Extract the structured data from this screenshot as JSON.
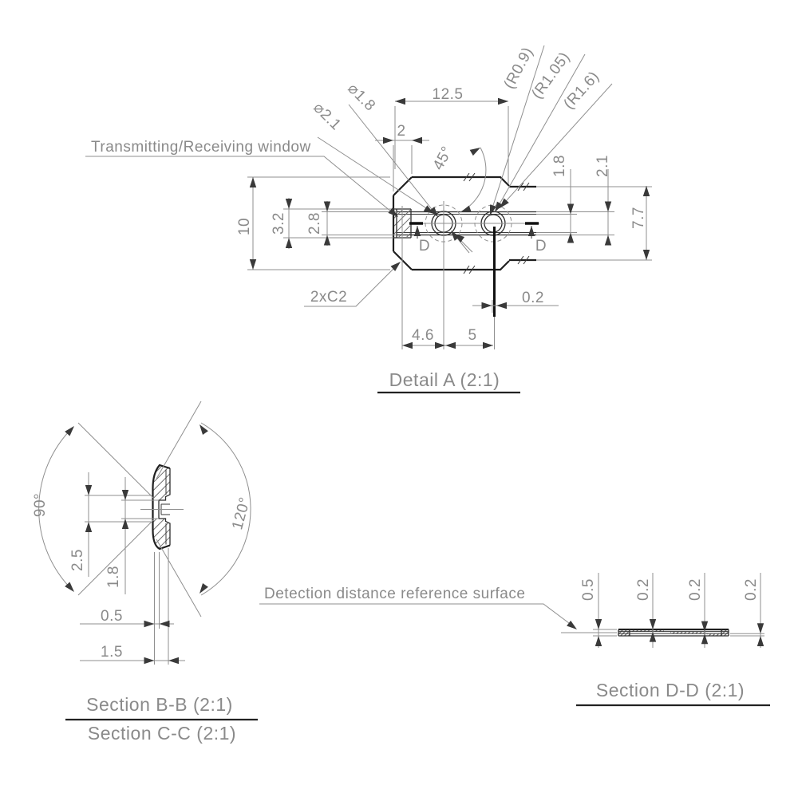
{
  "drawing": {
    "background": "#ffffff",
    "colors": {
      "outline": "#1f1f1f",
      "dimension_lines": "#8f8f8f",
      "text": "#8a8a8a"
    },
    "detail_a": {
      "title": "Detail A (2:1)",
      "window_callout": "Transmitting/Receiving window",
      "chamfer_callout": "2xC2",
      "dia_small": "⌀1.8",
      "dia_large": "⌀2.1",
      "radius_1": "(R0.9)",
      "radius_2": "(R1.05)",
      "radius_3": "(R1.6)",
      "angle": "45°",
      "dim_width": "12.5",
      "dim_chamfer": "2",
      "dim_height": "10",
      "dim_window_outer": "3.2",
      "dim_window_inner": "2.8",
      "dim_step_inner": "1.8",
      "dim_step_outer": "2.1",
      "dim_right_height": "7.7",
      "dim_hole_offset": "4.6",
      "dim_hole_pitch": "5",
      "dim_edge_offset": "0.2",
      "section_label_left": "D",
      "section_label_right": "D"
    },
    "section_bb": {
      "title": "Section B-B (2:1)",
      "subtitle": "Section C-C (2:1)",
      "angle_left": "90°",
      "angle_right": "120°",
      "dim_outer": "2.5",
      "dim_inner": "1.8",
      "dim_tip": "0.5",
      "dim_base": "1.5"
    },
    "section_dd": {
      "title": "Section D-D (2:1)",
      "surface_callout": "Detection distance reference surface",
      "dim_total": "0.5",
      "dim_layer_1": "0.2",
      "dim_layer_2": "0.2",
      "dim_layer_3": "0.2"
    }
  }
}
